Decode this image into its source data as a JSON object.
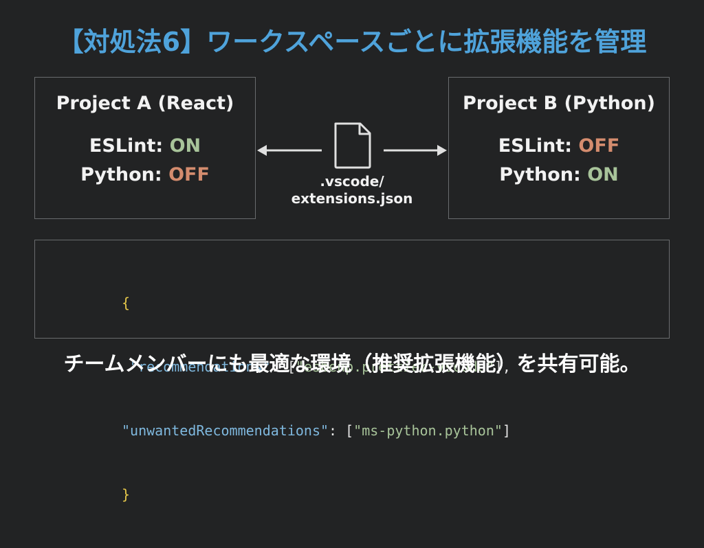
{
  "title": "【対処法6】ワークスペースごとに拡張機能を管理",
  "project_a": {
    "name": "Project A (React)",
    "eslint_label": "ESLint:",
    "eslint_value": "ON",
    "python_label": "Python:",
    "python_value": "OFF"
  },
  "project_b": {
    "name": "Project B (Python)",
    "eslint_label": "ESLint:",
    "eslint_value": "OFF",
    "python_label": "Python:",
    "python_value": "ON"
  },
  "file": {
    "icon": "file-icon",
    "caption_line1": ".vscode/",
    "caption_line2": "extensions.json"
  },
  "code": {
    "open_brace": "{",
    "rec_key": "\"recommendations\"",
    "colon": ": ",
    "rec_open": "[",
    "rec_value": "\"esbenp.prettier-vscode\"",
    "rec_close": "],",
    "unw_key": "\"unwantedRecommendations\"",
    "unw_open": "[",
    "unw_value": "\"ms-python.python\"",
    "unw_close": "]",
    "close_brace": "}"
  },
  "footer": "チームメンバーにも最適な環境（推奨拡張機能）を共有可能。",
  "colors": {
    "background": "#222324",
    "title": "#4fa3db",
    "on": "#a8c49a",
    "off": "#d48c6e",
    "brace": "#e6c84a",
    "key": "#7fb8de"
  }
}
